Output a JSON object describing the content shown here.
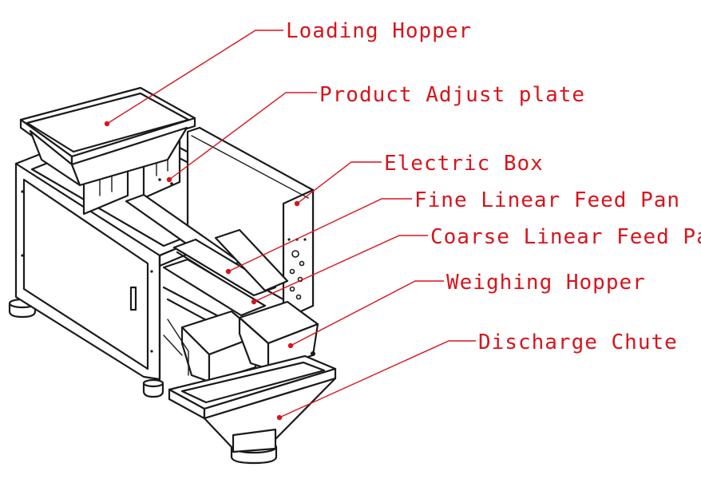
{
  "colors": {
    "label": "#d8141c",
    "line": "#1a1a1a",
    "background": "#ffffff"
  },
  "labels": {
    "loading_hopper": "Loading Hopper",
    "product_adjust_plate": "Product Adjust plate",
    "electric_box": "Electric Box",
    "fine_linear_feed_pan": "Fine Linear Feed Pan",
    "coarse_linear_feed_pan": "Coarse Linear Feed Pan",
    "weighing_hopper": "Weighing Hopper",
    "discharge_chute": "Discharge Chute"
  }
}
